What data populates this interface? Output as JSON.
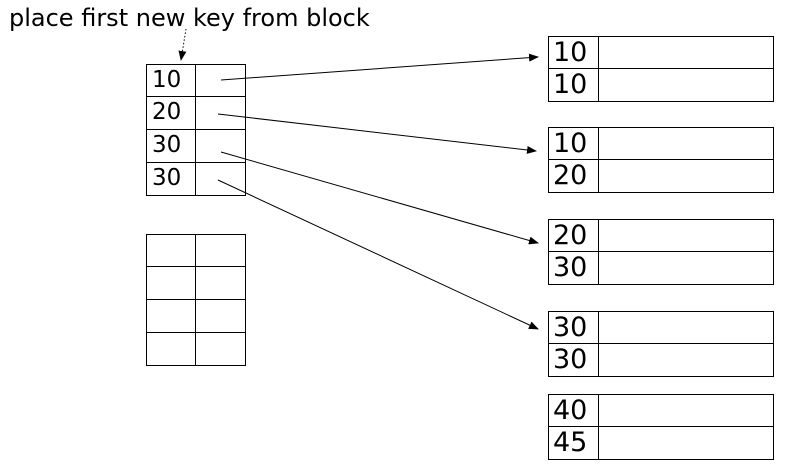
{
  "caption": "place first new key from block",
  "index_block": {
    "keys": [
      "10",
      "20",
      "30",
      "30"
    ]
  },
  "empty_block": {
    "rows": 4
  },
  "data_blocks": [
    {
      "keys": [
        "10",
        "10"
      ]
    },
    {
      "keys": [
        "10",
        "20"
      ]
    },
    {
      "keys": [
        "20",
        "30"
      ]
    },
    {
      "keys": [
        "30",
        "30"
      ]
    },
    {
      "keys": [
        "40",
        "45"
      ]
    }
  ]
}
